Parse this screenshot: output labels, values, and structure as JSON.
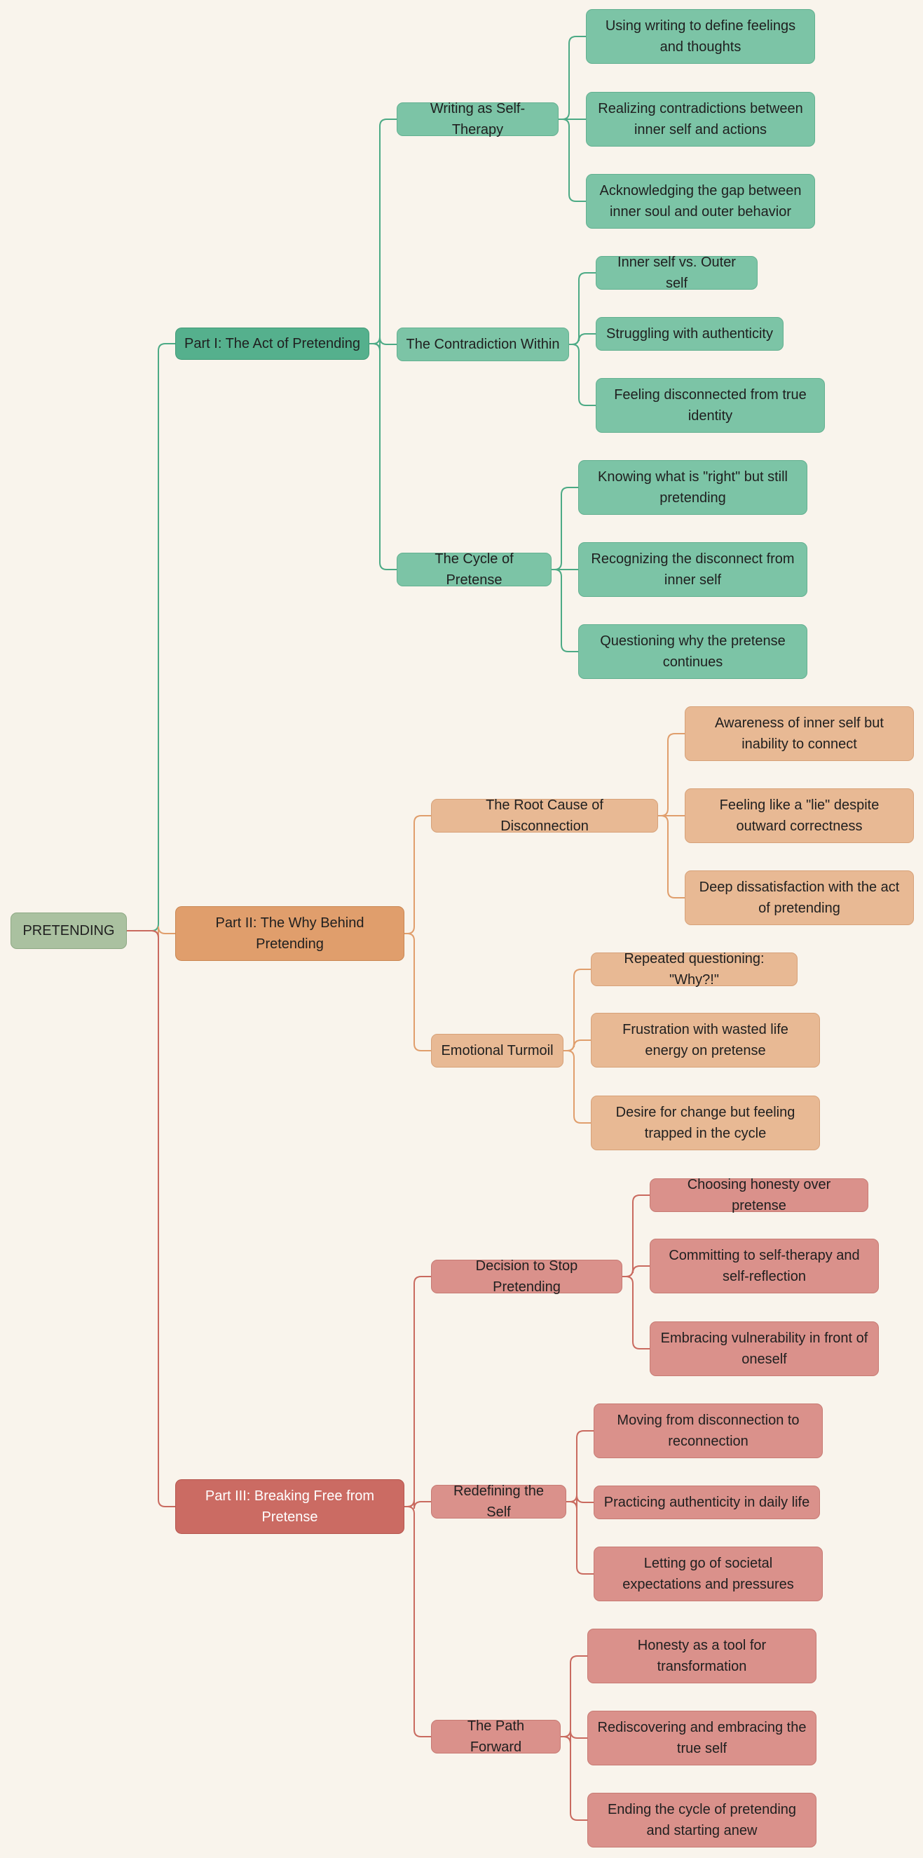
{
  "mindmap": {
    "root": "PRETENDING",
    "parts": [
      {
        "label": "Part I: The Act of Pretending",
        "color": "#55b08d",
        "line_color": "#4caa85",
        "children": [
          {
            "label": "Writing as Self-Therapy",
            "children": [
              "Using writing to define feelings and thoughts",
              "Realizing contradictions between inner self and actions",
              "Acknowledging the gap between inner soul and outer behavior"
            ]
          },
          {
            "label": "The Contradiction Within",
            "children": [
              "Inner self vs. Outer self",
              "Struggling with authenticity",
              "Feeling disconnected from true identity"
            ]
          },
          {
            "label": "The Cycle of Pretense",
            "children": [
              "Knowing what is \"right\" but still pretending",
              "Recognizing the disconnect from inner self",
              "Questioning why the pretense continues"
            ]
          }
        ]
      },
      {
        "label": "Part II: The Why Behind Pretending",
        "color": "#e09e6c",
        "line_color": "#e09e6c",
        "children": [
          {
            "label": "The Root Cause of Disconnection",
            "children": [
              "Awareness of inner self but inability to connect",
              "Feeling like a \"lie\" despite outward correctness",
              "Deep dissatisfaction with the act of pretending"
            ]
          },
          {
            "label": "Emotional Turmoil",
            "children": [
              "Repeated questioning: \"Why?!\"",
              "Frustration with wasted life energy on pretense",
              "Desire for change but feeling trapped in the cycle"
            ]
          }
        ]
      },
      {
        "label": "Part III: Breaking Free from Pretense",
        "color": "#cb6b63",
        "line_color": "#c96a5f",
        "children": [
          {
            "label": "Decision to Stop Pretending",
            "children": [
              "Choosing honesty over pretense",
              "Committing to self-therapy and self-reflection",
              "Embracing vulnerability in front of oneself"
            ]
          },
          {
            "label": "Redefining the Self",
            "children": [
              "Moving from disconnection to reconnection",
              "Practicing authenticity in daily life",
              "Letting go of societal expectations and pressures"
            ]
          },
          {
            "label": "The Path Forward",
            "children": [
              "Honesty as a tool for transformation",
              "Rediscovering and embracing the true self",
              "Ending the cycle of pretending and starting anew"
            ]
          }
        ]
      }
    ]
  }
}
